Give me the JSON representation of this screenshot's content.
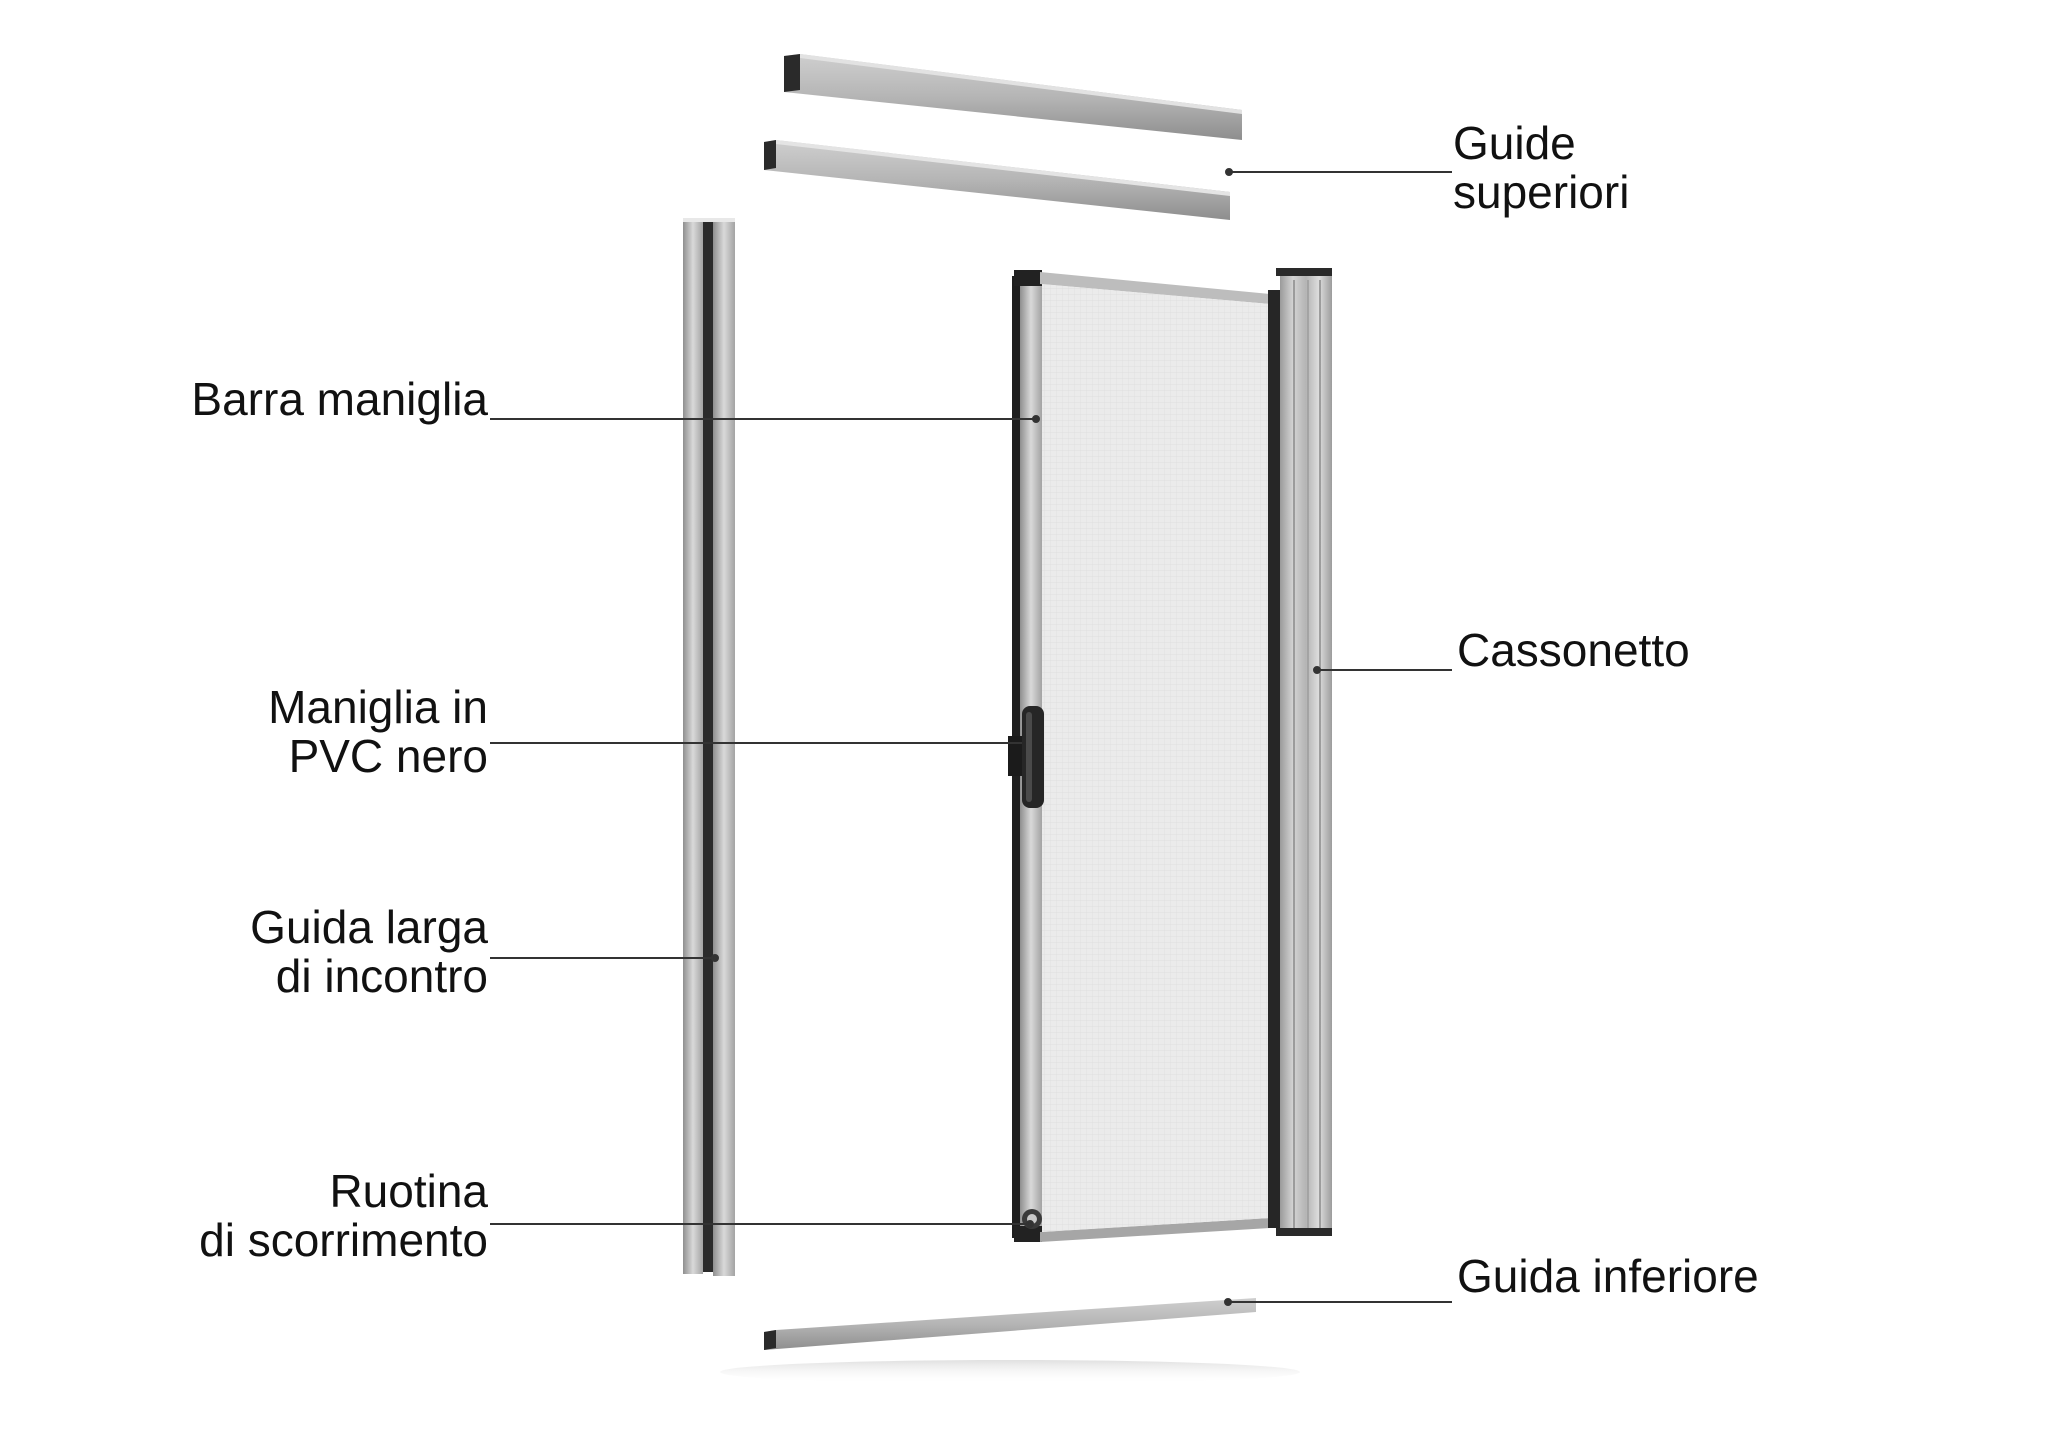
{
  "labels": {
    "guide_superiori": [
      "Guide",
      "superiori"
    ],
    "barra_maniglia": [
      "Barra maniglia"
    ],
    "cassonetto": [
      "Cassonetto"
    ],
    "maniglia_pvc": [
      "Maniglia in",
      "PVC nero"
    ],
    "guida_larga": [
      "Guida larga",
      "di incontro"
    ],
    "ruotina": [
      "Ruotina",
      "di scorrimento"
    ],
    "guida_inferiore": [
      "Guida inferiore"
    ]
  },
  "colors": {
    "background": "#ffffff",
    "text": "#111111",
    "leader_line": "#333333",
    "aluminium_light": "#d6d6d6",
    "aluminium_mid": "#a9a9a9",
    "aluminium_dark": "#6e6e6e",
    "rubber_black": "#1f1f1f",
    "mesh": "#ececec"
  }
}
